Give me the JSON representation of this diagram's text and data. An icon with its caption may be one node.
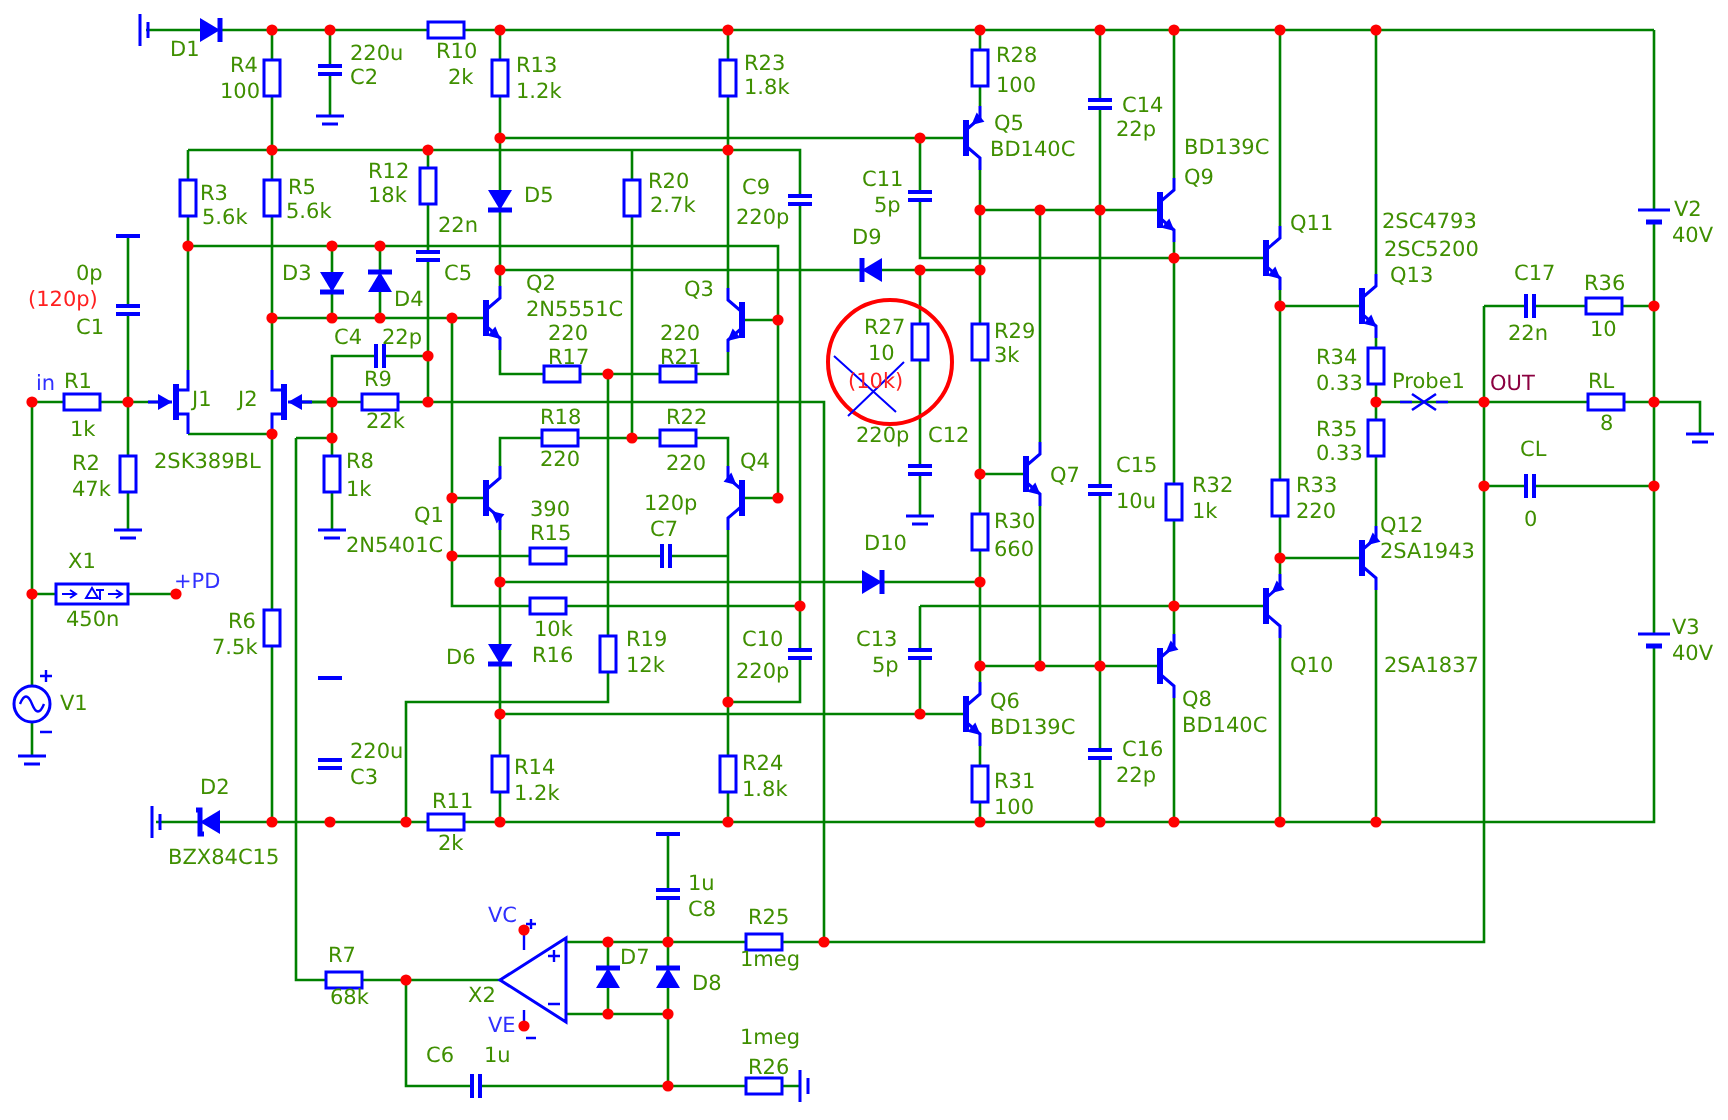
{
  "diagram": {
    "labels": [
      "D1",
      "R10",
      "2k",
      "220u",
      "C2",
      "R4",
      "100",
      "R13",
      "1.2k",
      "R23",
      "1.8k",
      "R28",
      "100",
      "C14",
      "22p",
      "Q5",
      "BD140C",
      "BD139C",
      "Q9",
      "R3",
      "5.6k",
      "R5",
      "5.6k",
      "R12",
      "18k",
      "D5",
      "R20",
      "2.7k",
      "C9",
      "220p",
      "C11",
      "5p",
      "V2",
      "40V",
      "22n",
      "Q11",
      "2SC4793",
      "2SC5200",
      "D9",
      "D3",
      "C5",
      "0p",
      "(120p)",
      "C1",
      "Q2",
      "2N5551C",
      "Q3",
      "Q13",
      "C17",
      "R36",
      "D4",
      "R27",
      "10",
      "(10k)",
      "R29",
      "3k",
      "220",
      "R17",
      "220",
      "R21",
      "C4",
      "22p",
      "22n",
      "10",
      "R34",
      "0.33",
      "R1",
      "in",
      "J1",
      "J2",
      "R9",
      "Probe1",
      "OUT",
      "RL",
      "1k",
      "22k",
      "8",
      "R18",
      "220",
      "R22",
      "220",
      "R35",
      "0.33",
      "CL",
      "220p",
      "C12",
      "R2",
      "47k",
      "2SK389BL",
      "R8",
      "1k",
      "Q4",
      "Q7",
      "C15",
      "10u",
      "R32",
      "1k",
      "R33",
      "220",
      "390",
      "R15",
      "120p",
      "C7",
      "0",
      "Q1",
      "2N5401C",
      "R30",
      "660",
      "Q12",
      "2SA1943",
      "D10",
      "X1",
      "+PD",
      "450n",
      "R6",
      "7.5k",
      "10k",
      "R16",
      "R19",
      "12k",
      "C10",
      "220p",
      "C13",
      "5p",
      "V3",
      "40V",
      "D6",
      "Q10",
      "2SA1837",
      "Q6",
      "BD139C",
      "Q8",
      "BD140C",
      "V1",
      "220u",
      "C3",
      "C16",
      "22p",
      "R14",
      "1.2k",
      "R24",
      "1.8k",
      "R31",
      "100",
      "D2",
      "R11",
      "2k",
      "BZX84C15",
      "1u",
      "C8",
      "VC",
      "R25",
      "D7",
      "R7",
      "1meg",
      "D8",
      "X2",
      "68k",
      "VE",
      "1meg",
      "C6",
      "1u",
      "R26"
    ]
  }
}
